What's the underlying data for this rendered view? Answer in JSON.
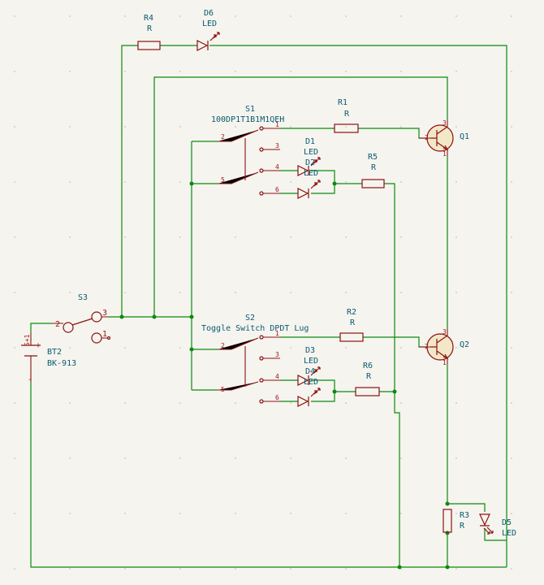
{
  "components": {
    "r4": {
      "ref": "R4",
      "value": "R"
    },
    "d6": {
      "ref": "D6",
      "value": "LED"
    },
    "s1": {
      "ref": "S1",
      "value": "100DP1T1B1M1QEH"
    },
    "r1": {
      "ref": "R1",
      "value": "R"
    },
    "d1": {
      "ref": "D1",
      "value": "LED"
    },
    "d2": {
      "ref": "D2",
      "value": "LED"
    },
    "r5": {
      "ref": "R5",
      "value": "R"
    },
    "q1": {
      "ref": "Q1"
    },
    "s3": {
      "ref": "S3"
    },
    "bt2": {
      "ref": "BT2",
      "value": "BK-913"
    },
    "s2": {
      "ref": "S2",
      "value": "Toggle Switch DPDT Lug"
    },
    "r2": {
      "ref": "R2",
      "value": "R"
    },
    "q2": {
      "ref": "Q2"
    },
    "d3": {
      "ref": "D3",
      "value": "LED"
    },
    "d4": {
      "ref": "D4",
      "value": "LED"
    },
    "r6": {
      "ref": "R6",
      "value": "R"
    },
    "r3": {
      "ref": "R3",
      "value": "R"
    },
    "d5": {
      "ref": "D5",
      "value": "LED"
    }
  },
  "pins": {
    "s1": [
      "1",
      "2",
      "3",
      "4",
      "5",
      "6"
    ],
    "s2": [
      "1",
      "2",
      "3",
      "4",
      "5",
      "6"
    ],
    "s3": [
      "1",
      "2",
      "3"
    ],
    "q1": [
      "1",
      "2",
      "3"
    ],
    "q2": [
      "1",
      "2",
      "3"
    ],
    "bt2": [
      "+",
      "-",
      "S+1"
    ]
  }
}
